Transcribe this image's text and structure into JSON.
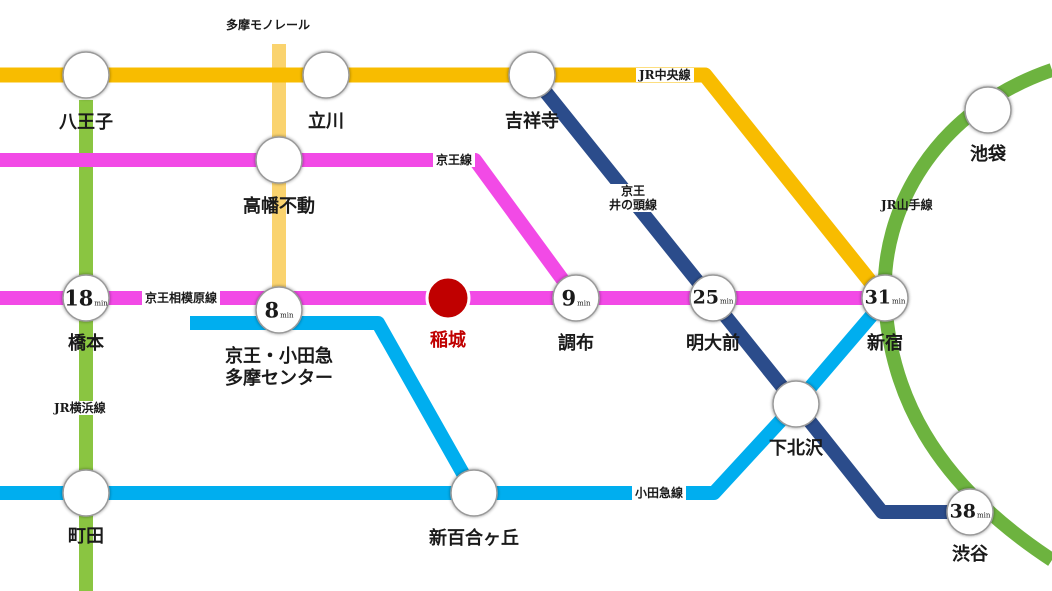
{
  "colors": {
    "jr_chuo": "#f8bc00",
    "tama_monorail": "#fad36e",
    "keio": "#f24ae6",
    "odakyu": "#00aeef",
    "jr_yokohama": "#8ac541",
    "jr_yamanote": "#6db33f",
    "inokashira": "#2b4c8b",
    "highlight": "#c00000"
  },
  "lines": {
    "tama_monorail": "多摩モノレール",
    "jr_chuo": "JR中央線",
    "keio": "京王線",
    "inokashira_1": "京王",
    "inokashira_2": "井の頭線",
    "jr_yamanote": "JR山手線",
    "keio_sagamihara": "京王相模原線",
    "jr_yokohama": "JR横浜線",
    "odakyu": "小田急線"
  },
  "stations": {
    "hachioji": "八王子",
    "tachikawa": "立川",
    "kichijoji": "吉祥寺",
    "ikebukuro": "池袋",
    "takahatafudo": "高幡不動",
    "hashimoto": "橋本",
    "tama_center_1": "京王・小田急",
    "tama_center_2": "多摩センター",
    "inagi": "稲城",
    "chofu": "調布",
    "meidaimae": "明大前",
    "shinjuku": "新宿",
    "shimokitazawa": "下北沢",
    "machida": "町田",
    "shinyurigaoka": "新百合ヶ丘",
    "shibuya": "渋谷"
  },
  "times": {
    "unit": "min",
    "hashimoto": "18",
    "tama_center": "8",
    "chofu": "9",
    "meidaimae": "25",
    "shinjuku": "31",
    "shibuya": "38"
  }
}
